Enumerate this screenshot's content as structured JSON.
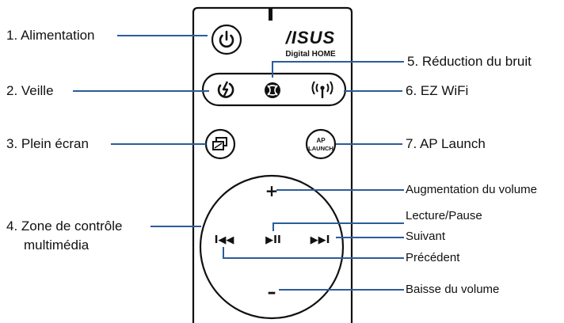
{
  "brand": {
    "logo_text": "/ISUS",
    "subtitle": "Digital HOME"
  },
  "buttons": {
    "ap_launch_top": "AP",
    "ap_launch_bottom": "LAUNCH",
    "volume_up_symbol": "+",
    "volume_down_symbol": "–",
    "play_pause_symbol": "▶II",
    "next_symbol": "▶▶I",
    "prev_symbol": "I◀◀"
  },
  "labels": {
    "power": "1. Alimentation",
    "standby": "2. Veille",
    "fullscreen": "3. Plein écran",
    "media_line1": "4. Zone de contrôle",
    "media_line2": "multimédia",
    "noise": "5. Réduction du bruit",
    "wifi": "6. EZ WiFi",
    "ap_launch": "7. AP Launch",
    "vol_up": "Augmentation du volume",
    "play_pause": "Lecture/Pause",
    "next": "Suivant",
    "previous": "Précédent",
    "vol_down": "Baisse du volume"
  }
}
